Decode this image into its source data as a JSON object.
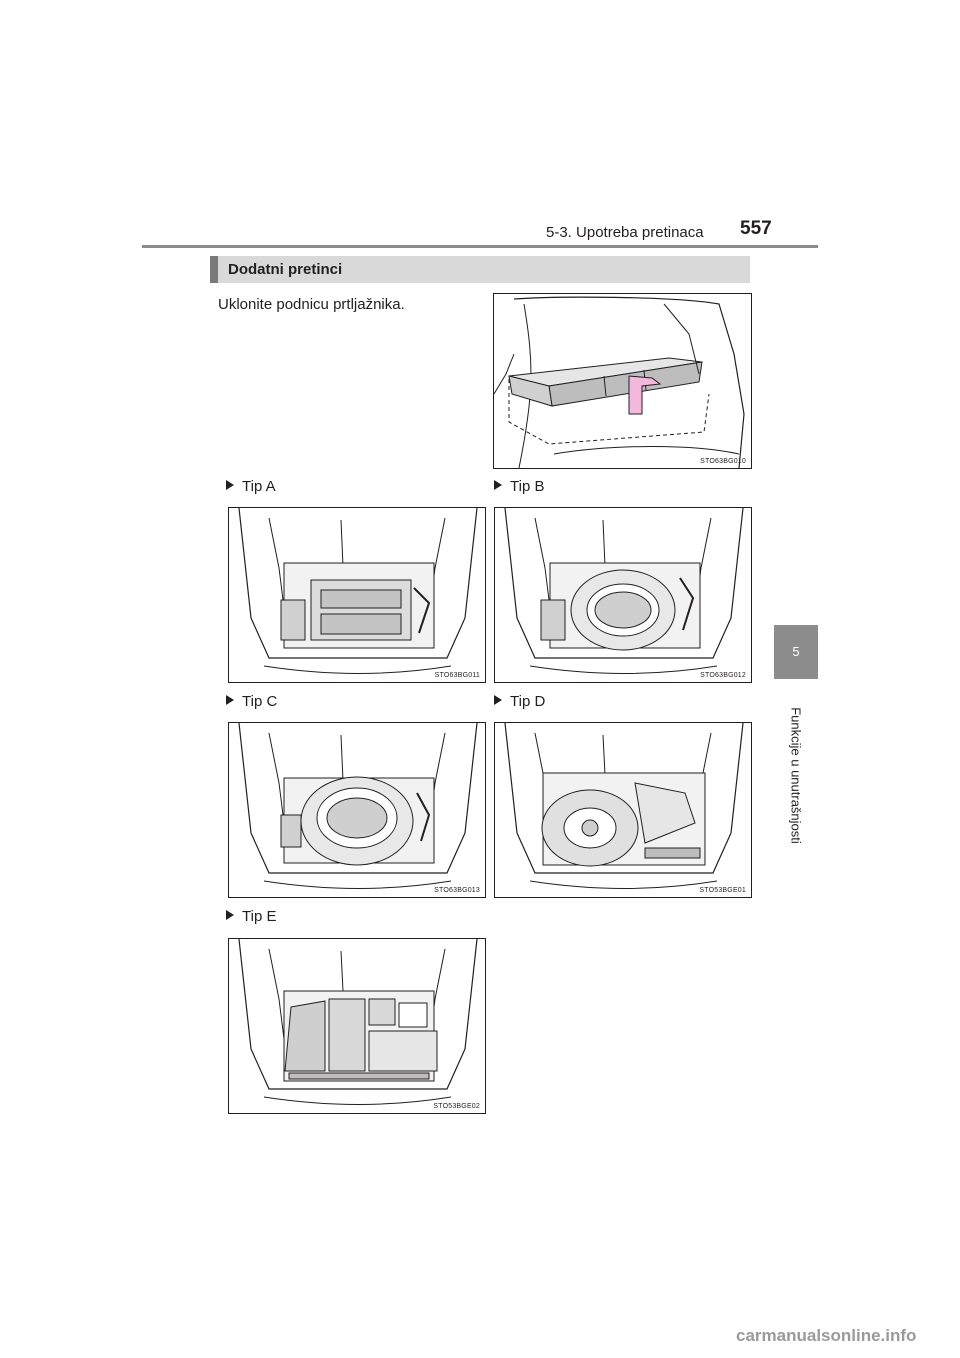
{
  "header": {
    "section_title": "5-3. Upotreba pretinaca",
    "page_number": "557"
  },
  "side_tab": {
    "chapter_number": "5",
    "chapter_title": "Funkcije u unutrašnjosti"
  },
  "section": {
    "heading": "Dodatni pretinci"
  },
  "instruction": "Uklonite podnicu prtljažnika.",
  "figures": {
    "main": {
      "code": "STO63BG010"
    },
    "tip_a": {
      "label": "Tip A",
      "code": "STO63BG011"
    },
    "tip_b": {
      "label": "Tip B",
      "code": "STO63BG012"
    },
    "tip_c": {
      "label": "Tip C",
      "code": "STO63BG013"
    },
    "tip_d": {
      "label": "Tip D",
      "code": "STO53BGE01"
    },
    "tip_e": {
      "label": "Tip E",
      "code": "STO53BGE02"
    }
  },
  "watermark": "carmanualsonline.info",
  "colors": {
    "tab_gray": "#8c8c8c",
    "heading_bg": "#d9d9d9",
    "arrow_pink": "#f4b8dd"
  }
}
